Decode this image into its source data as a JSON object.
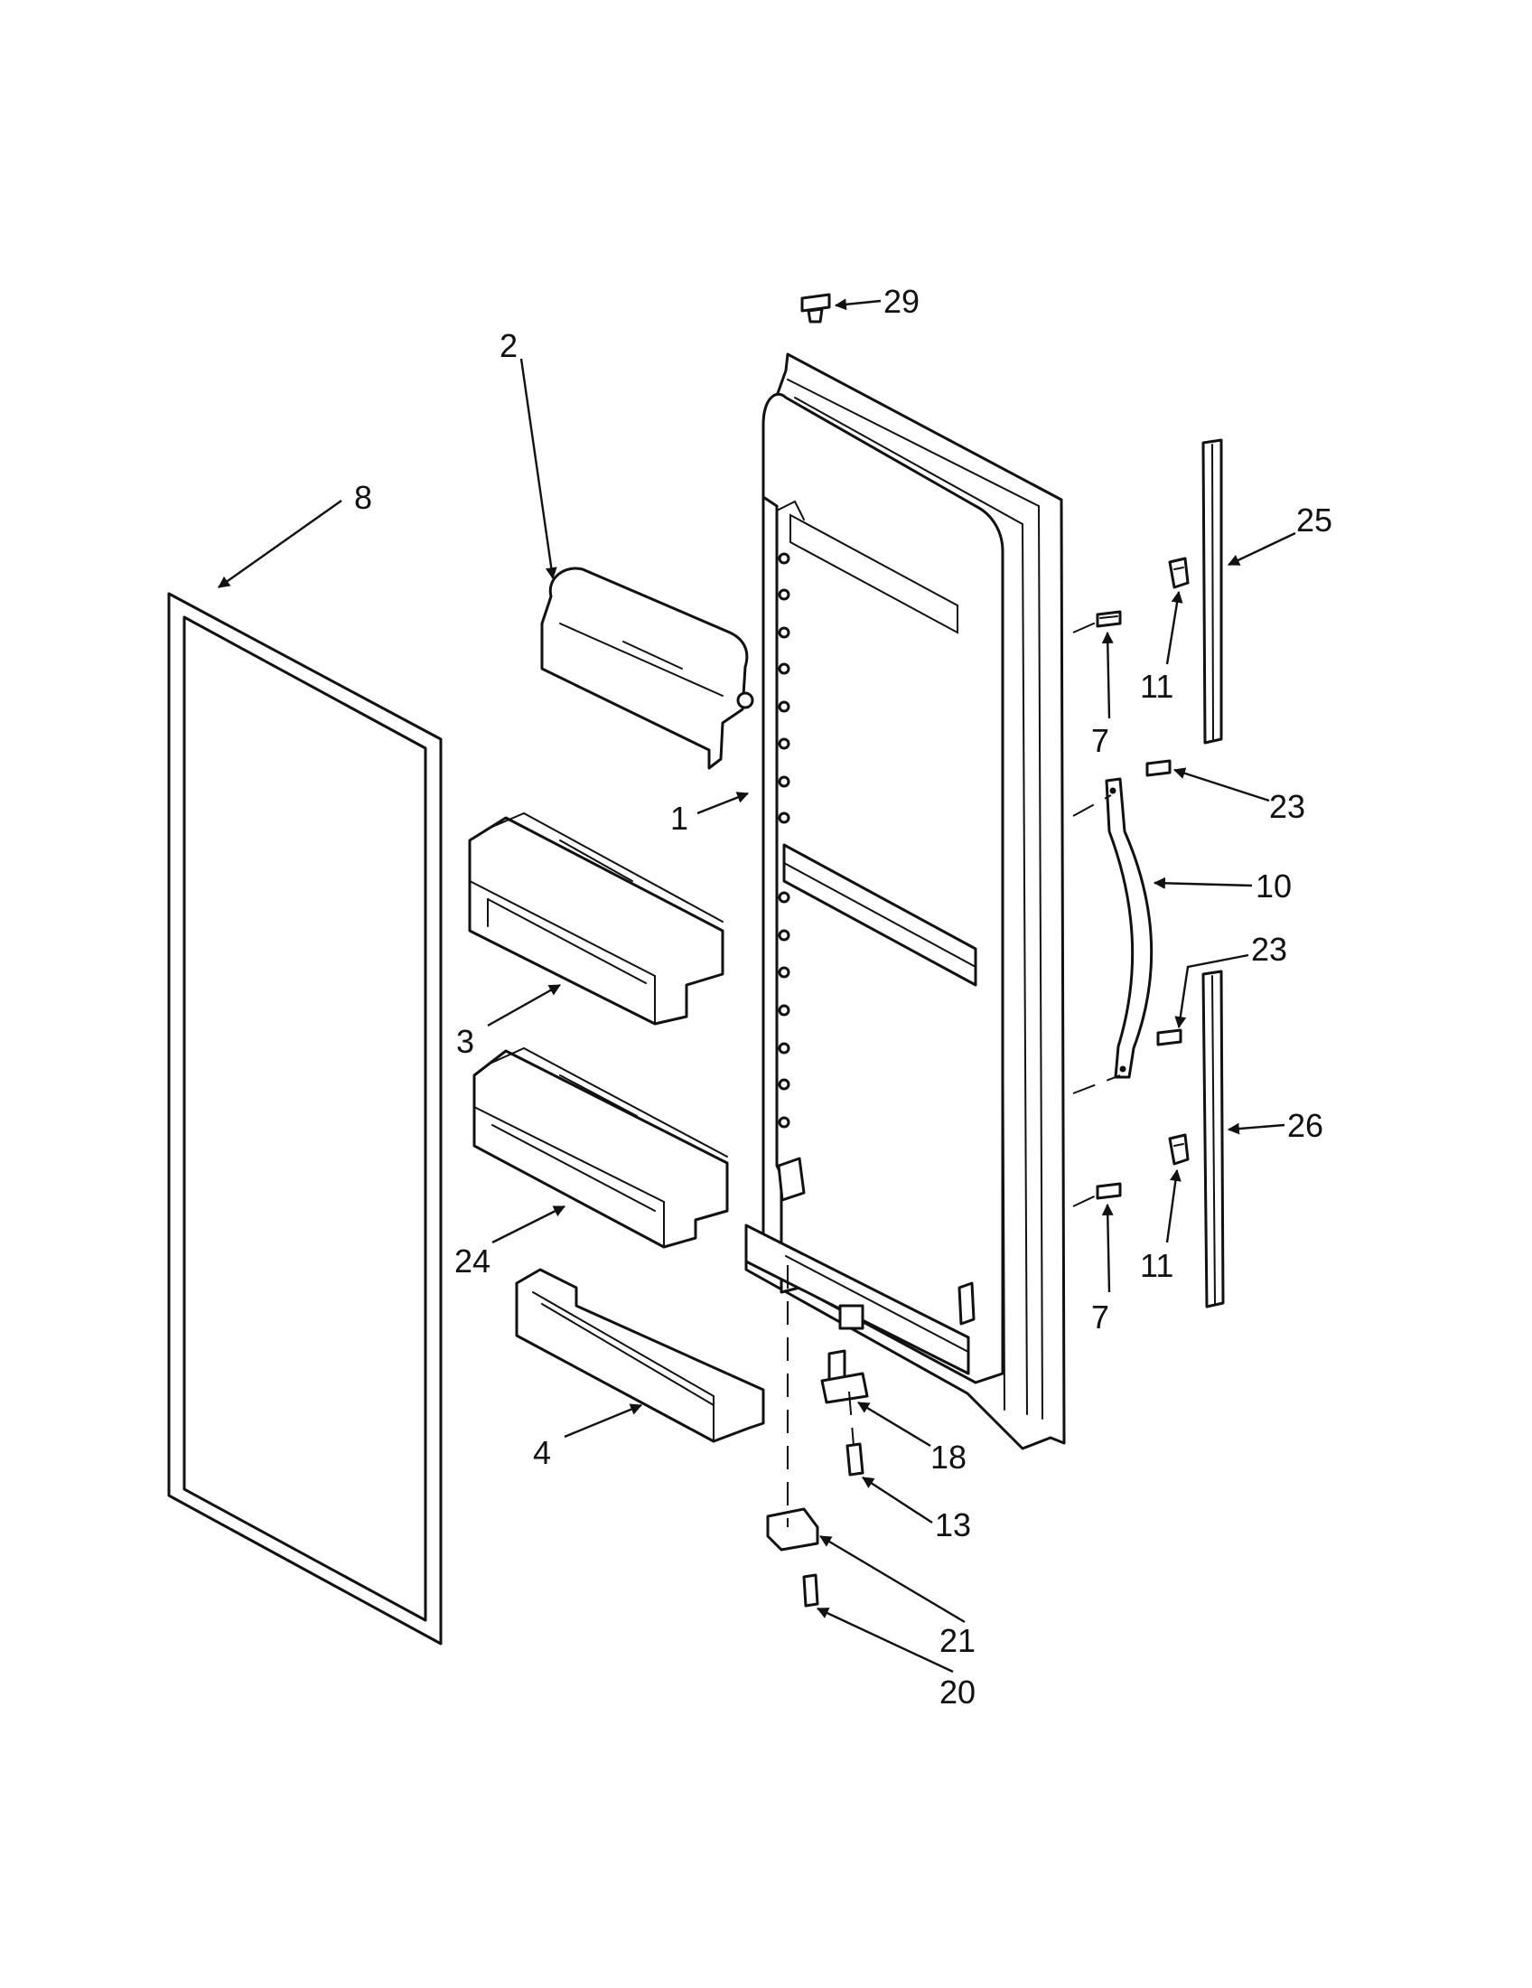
{
  "diagram": {
    "type": "exploded-parts-view",
    "callouts": [
      {
        "id": "c29",
        "text": "29"
      },
      {
        "id": "c2",
        "text": "2"
      },
      {
        "id": "c8",
        "text": "8"
      },
      {
        "id": "c25",
        "text": "25"
      },
      {
        "id": "c11a",
        "text": "11"
      },
      {
        "id": "c7a",
        "text": "7"
      },
      {
        "id": "c1",
        "text": "1"
      },
      {
        "id": "c23a",
        "text": "23"
      },
      {
        "id": "c10",
        "text": "10"
      },
      {
        "id": "c23b",
        "text": "23"
      },
      {
        "id": "c3",
        "text": "3"
      },
      {
        "id": "c26",
        "text": "26"
      },
      {
        "id": "c24",
        "text": "24"
      },
      {
        "id": "c11b",
        "text": "11"
      },
      {
        "id": "c7b",
        "text": "7"
      },
      {
        "id": "c4",
        "text": "4"
      },
      {
        "id": "c18",
        "text": "18"
      },
      {
        "id": "c13",
        "text": "13"
      },
      {
        "id": "c21",
        "text": "21"
      },
      {
        "id": "c20",
        "text": "20"
      }
    ]
  }
}
